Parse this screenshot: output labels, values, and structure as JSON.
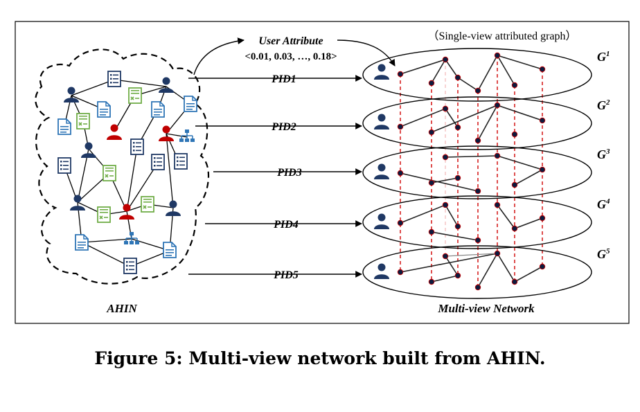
{
  "figure": {
    "user_attribute_label": "User Attribute",
    "user_attribute_vector": "<0.01, 0.03, …, 0.18>",
    "single_view_note": "（Single-view attributed graph）",
    "ahin_label": "AHIN",
    "multiview_label": "Multi-view Network",
    "pid_labels": [
      "PID1",
      "PID2",
      "PID3",
      "PID4",
      "PID5"
    ],
    "graph_labels": [
      {
        "base": "G",
        "sup": "1"
      },
      {
        "base": "G",
        "sup": "2"
      },
      {
        "base": "G",
        "sup": "3"
      },
      {
        "base": "G",
        "sup": "4"
      },
      {
        "base": "G",
        "sup": "5"
      }
    ],
    "colors": {
      "user": "#1f3864",
      "user_red": "#c00000",
      "document": "#2e75b6",
      "form": "#70ad47",
      "dashed_link": "#d00000"
    }
  },
  "caption": "Figure 5: Multi-view network built from AHIN."
}
